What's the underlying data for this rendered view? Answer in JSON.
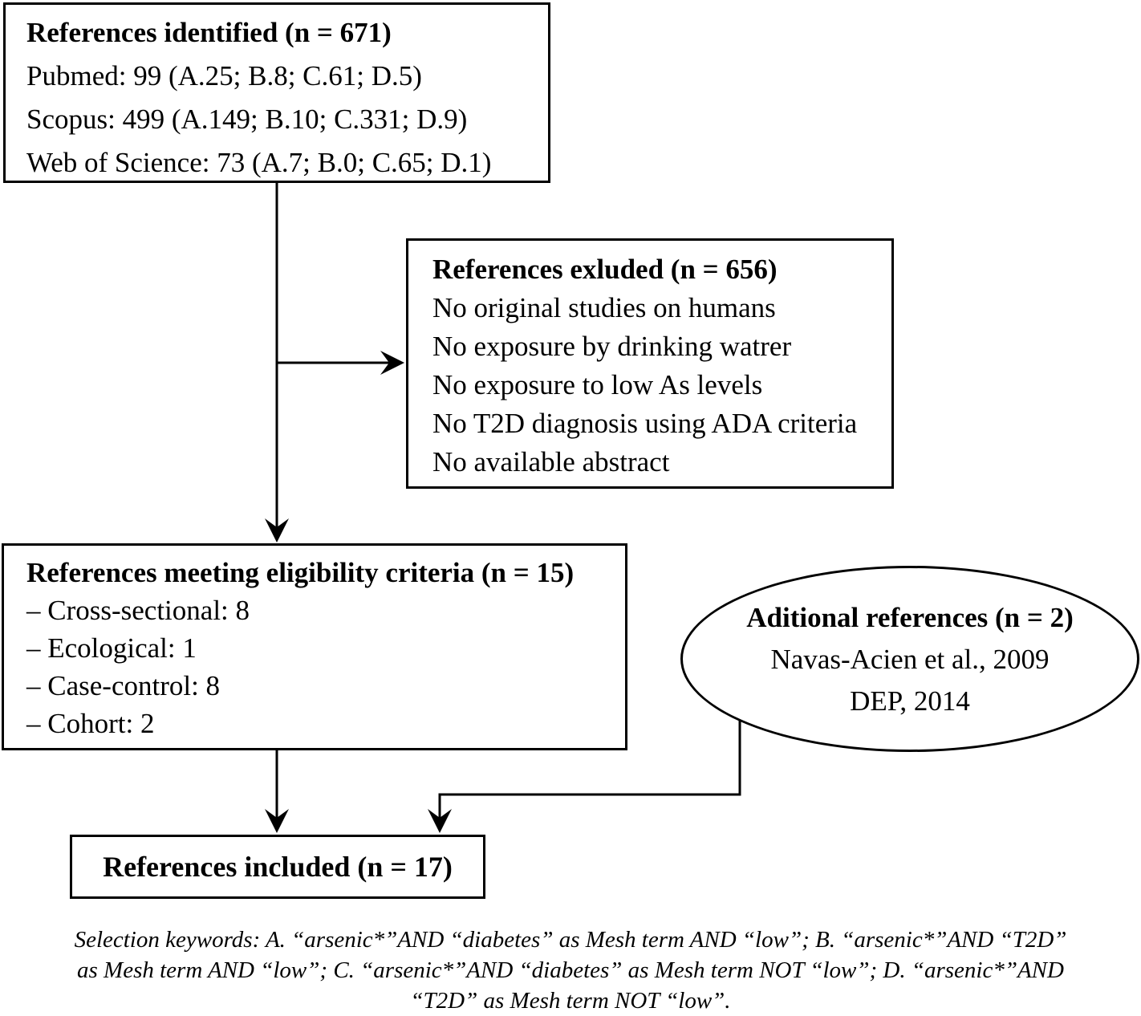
{
  "figure": {
    "type": "flow-diagram",
    "colors": {
      "text": "#000000",
      "line": "#000000",
      "background": "#ffffff"
    },
    "boxes": {
      "identified": {
        "title": "References identified (n = 671)",
        "lines": [
          "Pubmed: 99 (A.25; B.8; C.61; D.5)",
          "Scopus: 499 (A.149; B.10; C.331; D.9)",
          "Web of Science: 73 (A.7; B.0; C.65; D.1)"
        ]
      },
      "excluded": {
        "title": "References exluded (n = 656)",
        "lines": [
          "No original studies on humans",
          "No exposure by drinking watrer",
          "No exposure to low As levels",
          "No T2D diagnosis using ADA criteria",
          "No available abstract"
        ]
      },
      "eligibility": {
        "title": "References meeting eligibility criteria (n = 15)",
        "lines": [
          "– Cross-sectional: 8",
          "– Ecological: 1",
          "– Case-control: 8",
          "– Cohort: 2"
        ]
      },
      "additional": {
        "title": "Aditional references (n = 2)",
        "lines": [
          "Navas-Acien et al., 2009",
          "DEP, 2014"
        ]
      },
      "included": {
        "title": "References included (n = 17)"
      }
    },
    "caption": {
      "lines": [
        "Selection keywords: A. “arsenic*”AND “diabetes” as Mesh term AND “low”; B. “arsenic*”AND “T2D”",
        "as Mesh term AND “low”; C. “arsenic*”AND “diabetes” as Mesh term NOT “low”; D. “arsenic*”AND",
        "“T2D” as Mesh term NOT “low”."
      ]
    }
  }
}
